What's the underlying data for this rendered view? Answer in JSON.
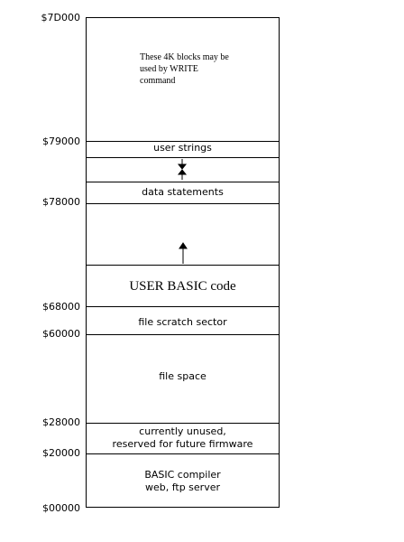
{
  "addresses": {
    "a7D000": "$7D000",
    "a79000": "$79000",
    "a78000": "$78000",
    "a68000": "$68000",
    "a60000": "$60000",
    "a28000": "$28000",
    "a20000": "$20000",
    "a00000": "$00000"
  },
  "regions": {
    "write_note": [
      "These 4K blocks may be",
      "used by WRITE",
      "command"
    ],
    "user_strings": "user strings",
    "data_statements": "data statements",
    "user_basic_code": "USER BASIC code",
    "file_scratch_sector": "file scratch sector",
    "file_space": "file space",
    "unused_line1": "currently unused,",
    "unused_line2": "reserved for  future firmware",
    "compiler_line1": "BASIC compiler",
    "compiler_line2": "web, ftp server"
  }
}
